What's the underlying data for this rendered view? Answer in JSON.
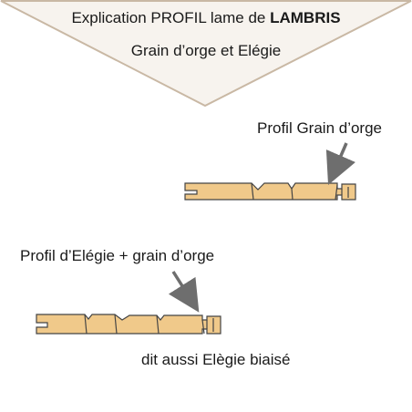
{
  "header": {
    "line1_prefix": "Explication PROFIL lame de ",
    "line1_bold": "LAMBRIS",
    "line2": "Grain d’orge et Elégie"
  },
  "labels": {
    "grain_orge": "Profil Grain d’orge",
    "elegie_grain": "Profil d’Elégie + grain d’orge",
    "note": "dit aussi Elègie biaisé"
  },
  "colors": {
    "banner_fill": "#f7f3ee",
    "banner_stroke": "#c9b8a4",
    "wood": "#f0c98a",
    "outline": "#444444",
    "arrow": "#6e6e6e"
  },
  "icons": {
    "arrow_grain": "arrow-down-left-icon",
    "arrow_elegie": "arrow-down-right-icon"
  }
}
